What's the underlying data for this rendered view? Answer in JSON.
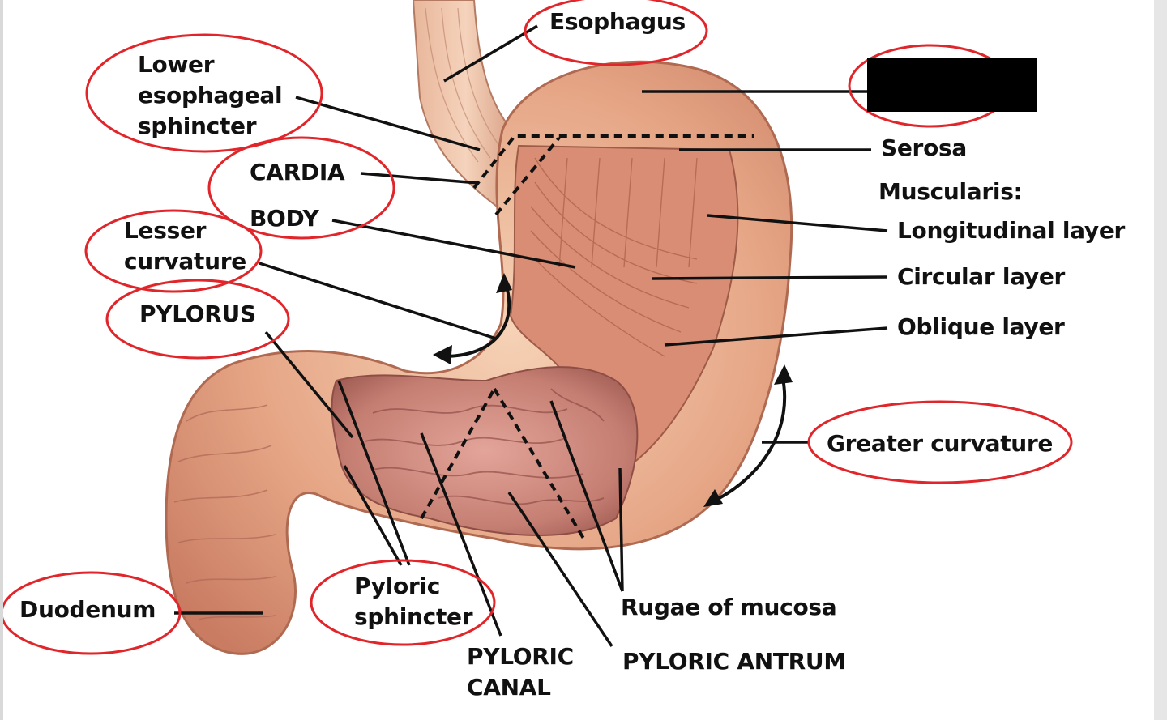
{
  "labels": {
    "esophagus": "Esophagus",
    "lower_esophageal_sphincter": "Lower\nesophageal\nsphincter",
    "cardia": "CARDIA",
    "body": "BODY",
    "lesser_curvature": "Lesser\ncurvature",
    "pylorus": "PYLORUS",
    "serosa": "Serosa",
    "muscularis": "Muscularis:",
    "longitudinal_layer": "Longitudinal layer",
    "circular_layer": "Circular layer",
    "oblique_layer": "Oblique layer",
    "greater_curvature": "Greater curvature",
    "duodenum": "Duodenum",
    "pyloric_sphincter": "Pyloric\nsphincter",
    "pyloric_canal": "PYLORIC\nCANAL",
    "rugae_of_mucosa": "Rugae of mucosa",
    "pyloric_antrum": "PYLORIC ANTRUM"
  },
  "colors": {
    "tissue": "#e2a080",
    "tissue_light": "#f3c8aa",
    "tissue_dark": "#b86a55",
    "mucosa": "#c98075",
    "circle": "#e0262a",
    "leader": "#111111",
    "redaction": "#000000"
  }
}
